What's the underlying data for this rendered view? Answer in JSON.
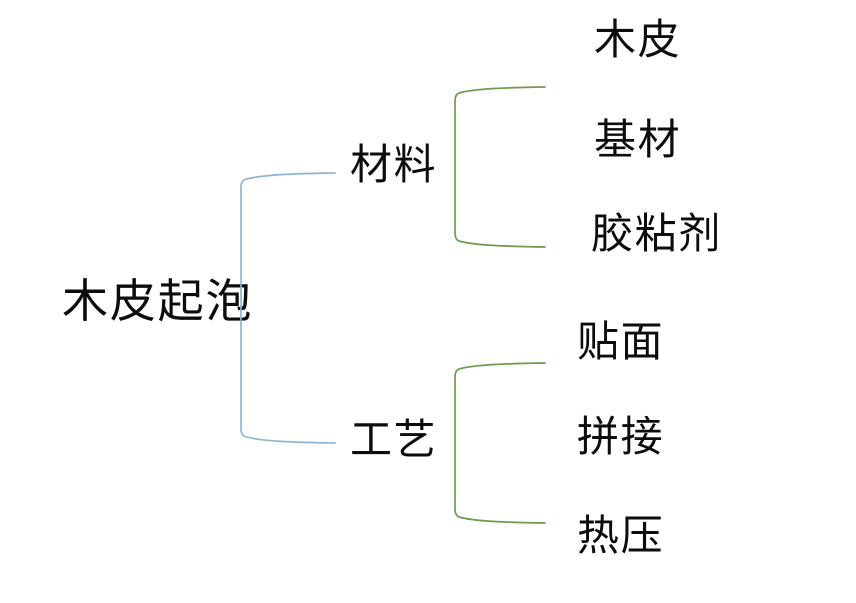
{
  "diagram": {
    "title": "木皮起泡",
    "type": "cause-tree",
    "background_color": "#ffffff",
    "text_color": "#0d0d0d",
    "root": {
      "label": "木皮起泡"
    },
    "branches": [
      {
        "label": "材料",
        "bracket_color": "#6E9B4E",
        "leaves": [
          {
            "label": "木皮"
          },
          {
            "label": "基材"
          },
          {
            "label": "胶粘剂"
          }
        ]
      },
      {
        "label": "工艺",
        "bracket_color": "#6E9B4E",
        "leaves": [
          {
            "label": "贴面"
          },
          {
            "label": "拼接"
          },
          {
            "label": "热压"
          }
        ]
      }
    ],
    "connectors": {
      "root_bracket_color": "#8EB4D8",
      "group_bracket_color": "#6E9B4E"
    }
  }
}
